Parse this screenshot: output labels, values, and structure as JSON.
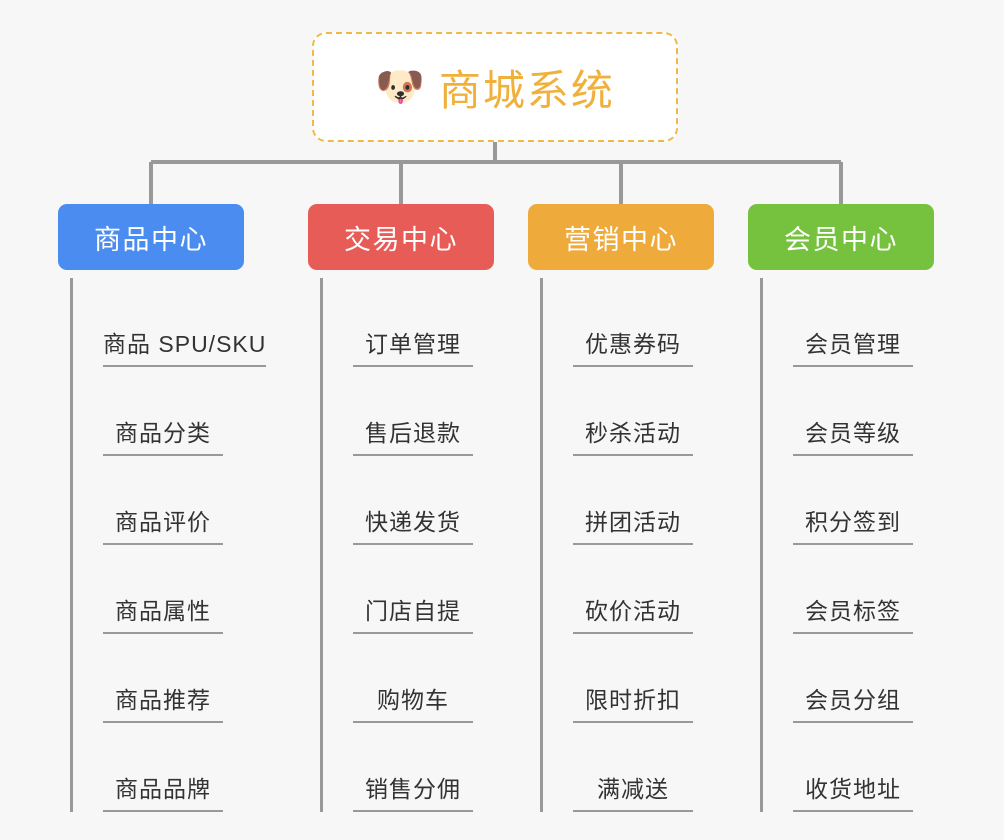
{
  "root": {
    "icon": "dog-face-emoji",
    "icon_glyph": "🐶",
    "title": "商城系统"
  },
  "colors": {
    "background": "#f7f7f7",
    "root_border": "#f0b945",
    "root_text": "#f0b03c",
    "connector": "#999999",
    "leaf_text": "#333333",
    "category_product": "#4a8cf0",
    "category_trade": "#e85c58",
    "category_marketing": "#eeab3c",
    "category_member": "#76c23f"
  },
  "categories": [
    {
      "label": "商品中心",
      "color": "#4a8cf0",
      "items": [
        {
          "label": "商品 SPU/SKU"
        },
        {
          "label": "商品分类"
        },
        {
          "label": "商品评价"
        },
        {
          "label": "商品属性"
        },
        {
          "label": "商品推荐"
        },
        {
          "label": "商品品牌"
        }
      ]
    },
    {
      "label": "交易中心",
      "color": "#e85c58",
      "items": [
        {
          "label": "订单管理"
        },
        {
          "label": "售后退款"
        },
        {
          "label": "快递发货"
        },
        {
          "label": "门店自提"
        },
        {
          "label": "购物车"
        },
        {
          "label": "销售分佣"
        }
      ]
    },
    {
      "label": "营销中心",
      "color": "#eeab3c",
      "items": [
        {
          "label": "优惠券码"
        },
        {
          "label": "秒杀活动"
        },
        {
          "label": "拼团活动"
        },
        {
          "label": "砍价活动"
        },
        {
          "label": "限时折扣"
        },
        {
          "label": "满减送"
        }
      ]
    },
    {
      "label": "会员中心",
      "color": "#76c23f",
      "items": [
        {
          "label": "会员管理"
        },
        {
          "label": "会员等级"
        },
        {
          "label": "积分签到"
        },
        {
          "label": "会员标签"
        },
        {
          "label": "会员分组"
        },
        {
          "label": "收货地址"
        }
      ]
    }
  ]
}
